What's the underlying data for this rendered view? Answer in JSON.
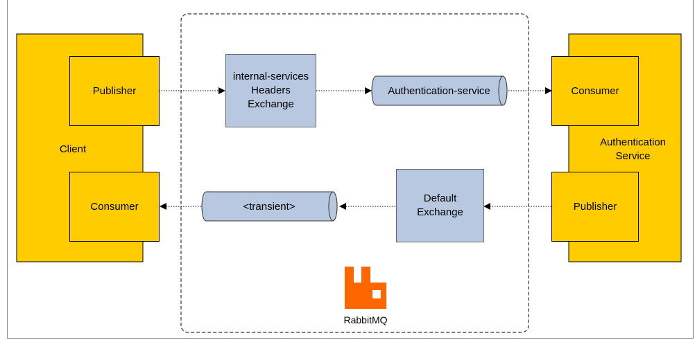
{
  "client": {
    "label": "Client",
    "publisher": "Publisher",
    "consumer": "Consumer"
  },
  "auth_service": {
    "label": "Authentication Service",
    "consumer": "Consumer",
    "publisher": "Publisher"
  },
  "broker": {
    "label": "RabbitMQ",
    "headers_exchange": "internal-services Headers Exchange",
    "default_exchange": "Default Exchange",
    "auth_queue": "Authentication-service",
    "transient_queue": "<transient>"
  },
  "colors": {
    "component": "#ffcc00",
    "exchange": "#b8c8e0",
    "queue": "#b8c8e0",
    "logo": "#ff6600"
  },
  "icons": [
    "rabbitmq-logo-icon"
  ]
}
